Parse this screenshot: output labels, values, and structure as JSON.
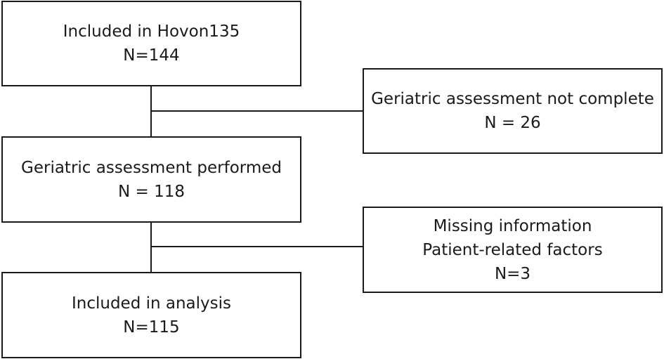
{
  "flowchart": {
    "included": {
      "title": "Included in Hovon135",
      "count": "N=144"
    },
    "excluded_ga": {
      "title": "Geriatric assessment not complete",
      "count": "N = 26"
    },
    "performed": {
      "title": "Geriatric assessment performed",
      "count": "N = 118"
    },
    "excluded_missing": {
      "line1": "Missing information",
      "line2": "Patient-related factors",
      "count": "N=3"
    },
    "analysis": {
      "title": "Included in analysis",
      "count": "N=115"
    }
  }
}
